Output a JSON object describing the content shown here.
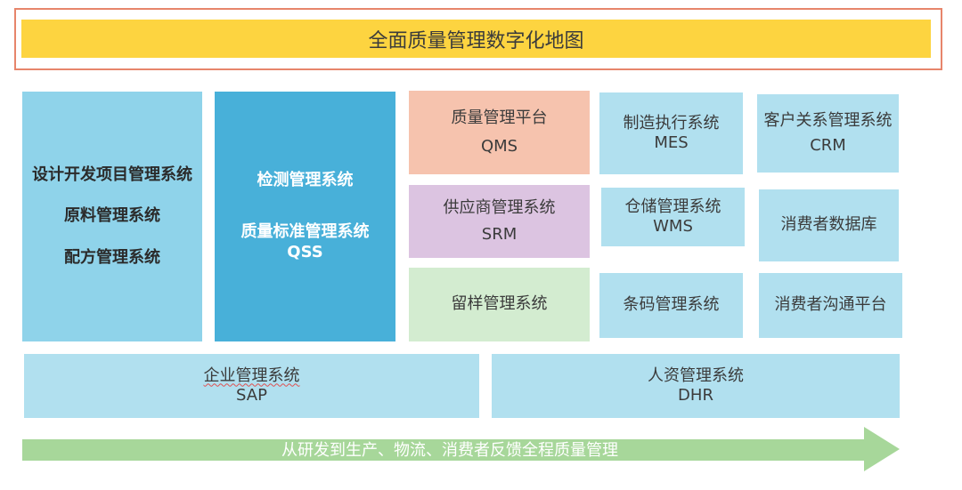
{
  "colors": {
    "title_frame": "#e7856b",
    "title_bar": "#fdd440",
    "light_blue": "#b1e0ef",
    "medium_blue": "#8fd3ea",
    "strong_blue": "#48b0d9",
    "salmon": "#f6c3ae",
    "lavender": "#dcc4e1",
    "mint": "#d3ecd0",
    "arrow_green": "#a7d79a"
  },
  "title": "全面质量管理数字化地图",
  "left_box": {
    "lines": [
      "设计开发项目管理系统",
      "原料管理系统",
      "配方管理系统"
    ]
  },
  "center_box": {
    "line1": "检测管理系统",
    "line2": "质量标准管理系统",
    "line3": "QSS"
  },
  "qms": {
    "name": "质量管理平台",
    "code": "QMS"
  },
  "srm": {
    "name": "供应商管理系统",
    "code": "SRM"
  },
  "sample": {
    "name": "留样管理系统"
  },
  "mes": {
    "name": "制造执行系统",
    "code": "MES"
  },
  "wms": {
    "name": "仓储管理系统",
    "code": "WMS"
  },
  "barcode": {
    "name": "条码管理系统"
  },
  "crm": {
    "name": "客户关系管理系统",
    "code": "CRM"
  },
  "consumer_db": {
    "name": "消费者数据库"
  },
  "consumer_comm": {
    "name": "消费者沟通平台"
  },
  "sap": {
    "name": "企业管理系统",
    "code": "SAP"
  },
  "dhr": {
    "name": "人资管理系统",
    "code": "DHR"
  },
  "arrow": {
    "label": "从研发到生产、物流、消费者反馈全程质量管理"
  }
}
